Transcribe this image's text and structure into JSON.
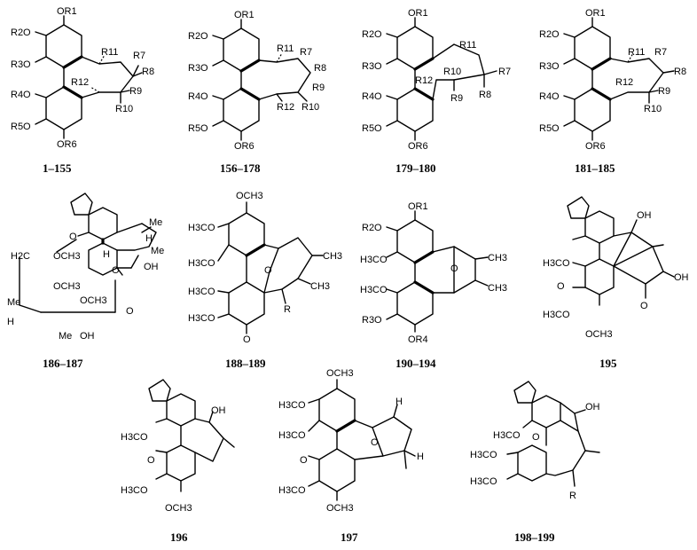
{
  "figure": {
    "compounds": [
      {
        "id": "c1",
        "caption": "1–155",
        "labels": [
          "OR1",
          "R2O",
          "R3O",
          "R4O",
          "R5O",
          "OR6",
          "R7",
          "R8",
          "R9",
          "R10",
          "R11",
          "R12"
        ]
      },
      {
        "id": "c2",
        "caption": "156–178",
        "labels": [
          "OR1",
          "R2O",
          "R3O",
          "R4O",
          "R5O",
          "OR6",
          "R7",
          "R8",
          "R9",
          "R10",
          "R11",
          "R12"
        ]
      },
      {
        "id": "c3",
        "caption": "179–180",
        "labels": [
          "OR1",
          "R2O",
          "R3O",
          "R4O",
          "R5O",
          "OR6",
          "R7",
          "R8",
          "R9",
          "R10",
          "R11",
          "R12"
        ]
      },
      {
        "id": "c4",
        "caption": "181–185",
        "labels": [
          "OR1",
          "R2O",
          "R3O",
          "R4O",
          "R5O",
          "OR6",
          "R7",
          "R8",
          "R9",
          "R10",
          "R11",
          "R12"
        ]
      },
      {
        "id": "c5",
        "caption": "186–187",
        "labels": [
          "O",
          "H2C",
          "OCH3",
          "OCH3",
          "OCH3",
          "Me",
          "H",
          "Me",
          "OH",
          "H",
          "O",
          "O",
          "Me",
          "H",
          "Me",
          "OH"
        ]
      },
      {
        "id": "c6",
        "caption": "188–189",
        "labels": [
          "OCH3",
          "H3CO",
          "H3CO",
          "O",
          "H3CO",
          "H3CO",
          "O",
          "CH3",
          "CH3",
          "R"
        ]
      },
      {
        "id": "c7",
        "caption": "190–194",
        "labels": [
          "OR1",
          "R2O",
          "H3CO",
          "O",
          "H3CO",
          "R3O",
          "OR4",
          "CH3",
          "CH3"
        ]
      },
      {
        "id": "c8",
        "caption": "195",
        "labels": [
          "H3CO",
          "O",
          "H3CO",
          "OCH3",
          "OH",
          "OH",
          "O"
        ]
      },
      {
        "id": "c9",
        "caption": "196",
        "labels": [
          "H3CO",
          "O",
          "H3CO",
          "OCH3",
          "OH"
        ]
      },
      {
        "id": "c10",
        "caption": "197",
        "labels": [
          "OCH3",
          "H3CO",
          "H3CO",
          "O",
          "O",
          "H3CO",
          "OCH3",
          "H",
          "H"
        ]
      },
      {
        "id": "c11",
        "caption": "198–199",
        "labels": [
          "H3CO",
          "O",
          "H3CO",
          "H3CO",
          "OH",
          "R"
        ]
      }
    ]
  }
}
